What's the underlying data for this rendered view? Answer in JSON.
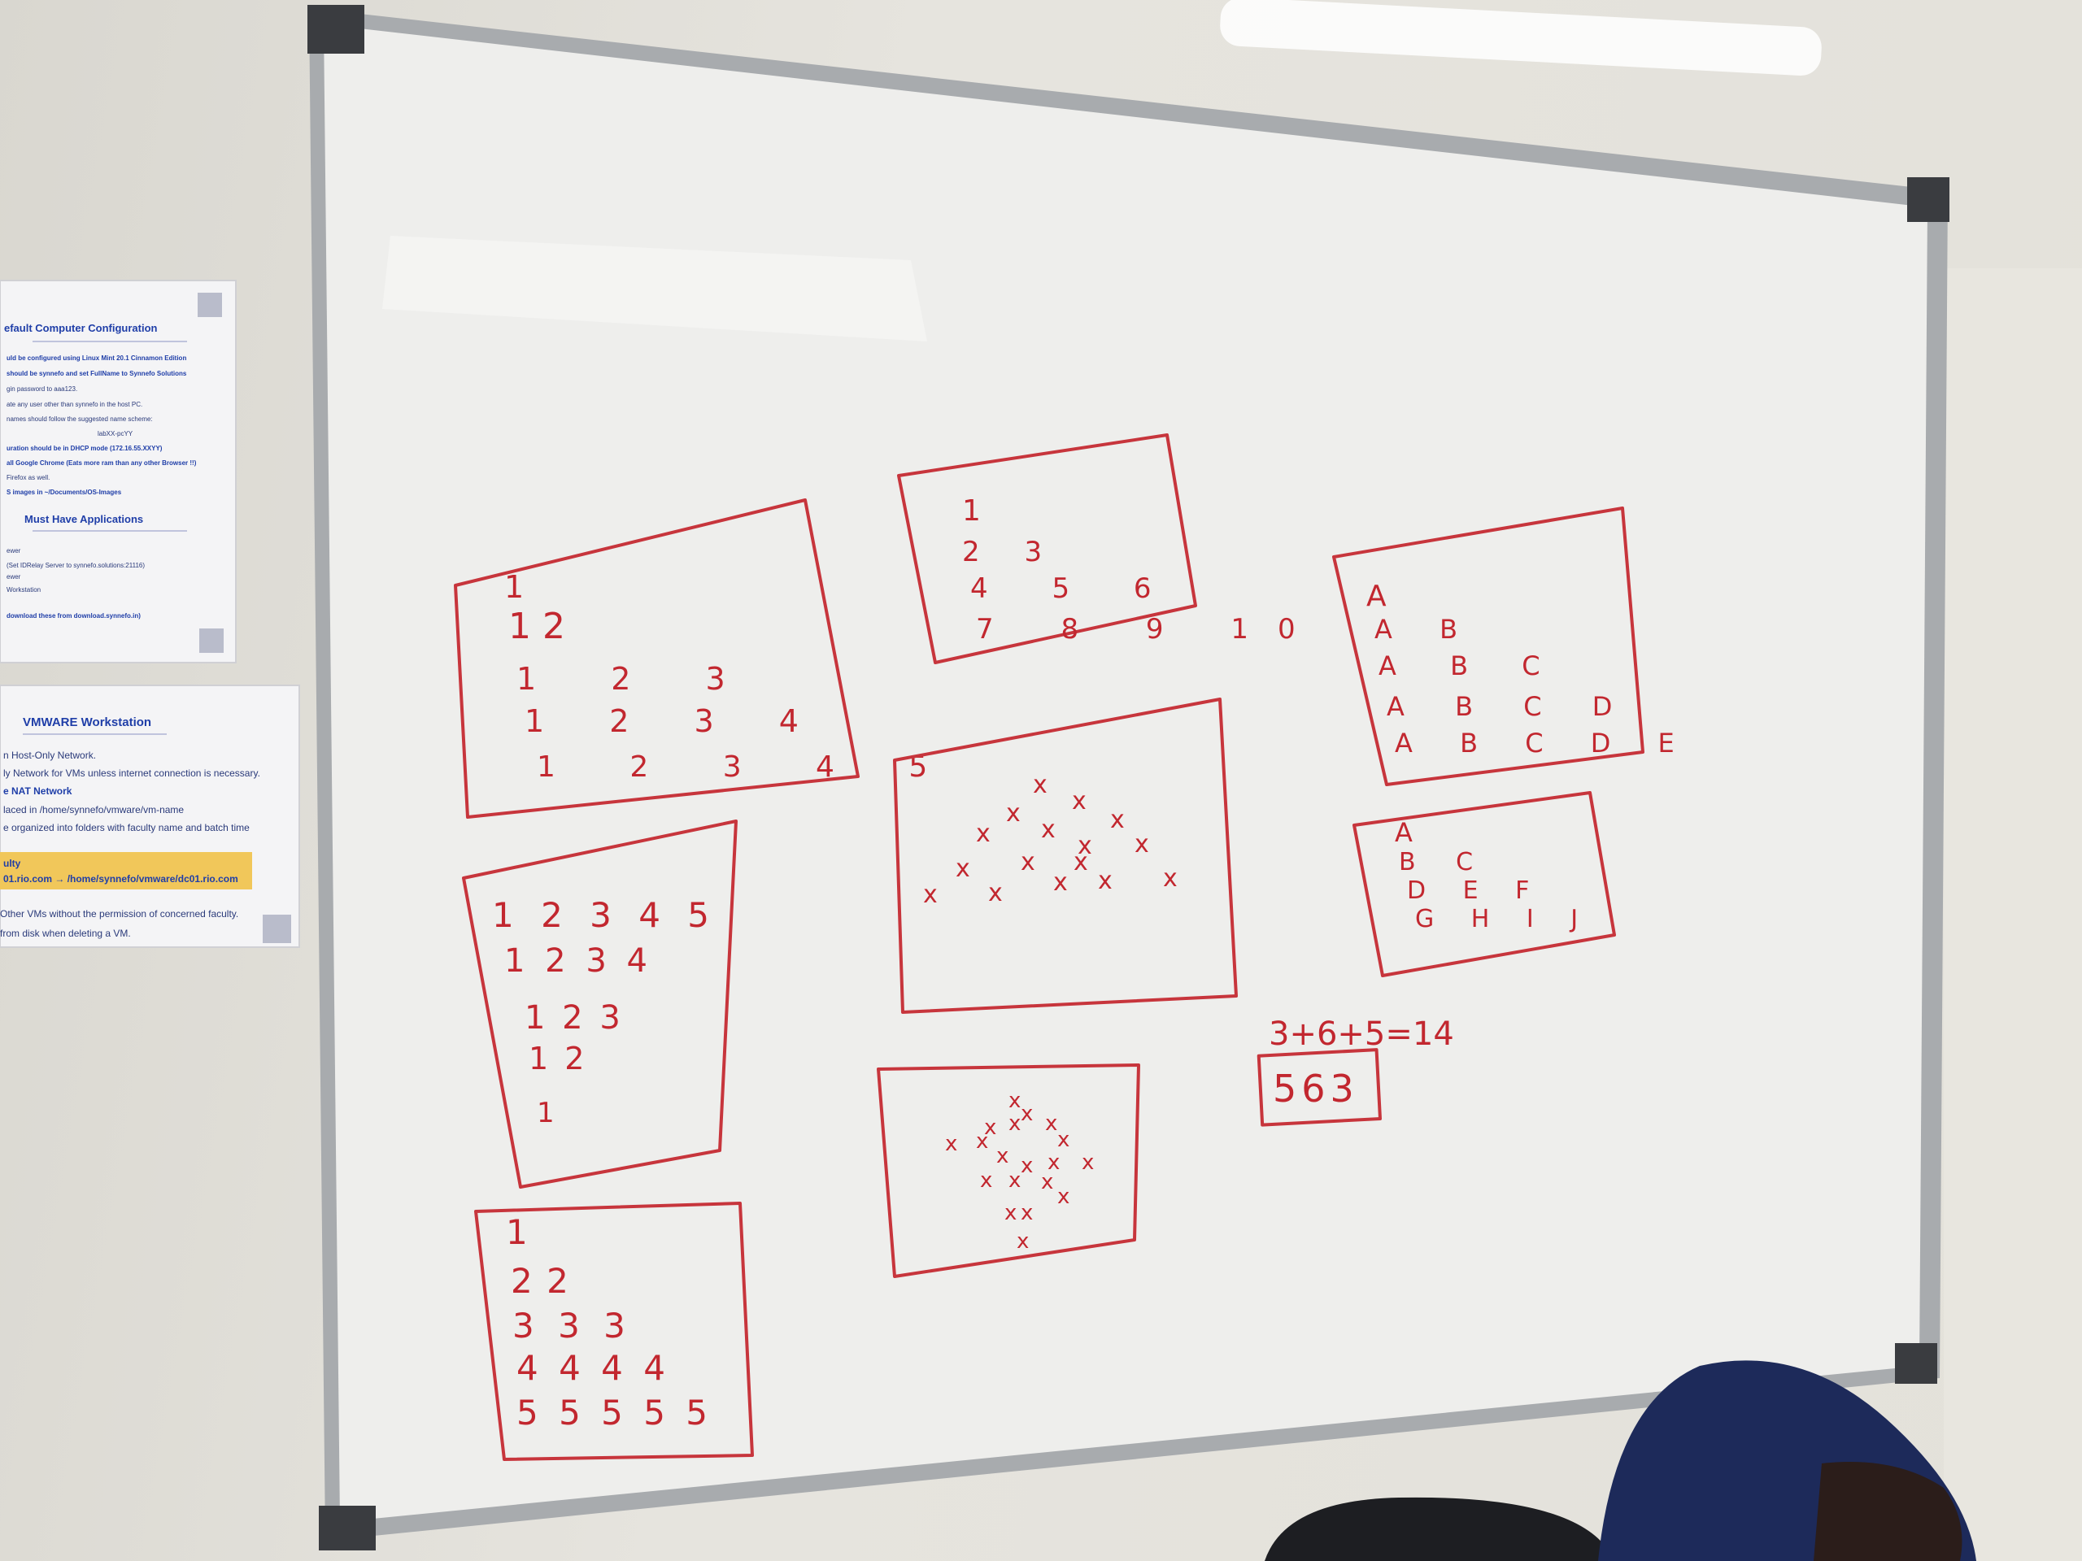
{
  "poster_config": {
    "title": "efault Computer Configuration",
    "lines": [
      "uld be configured using Linux Mint 20.1 Cinnamon Edition",
      "should be synnefo and set FullName to Synnefo Solutions",
      "gin password to aaa123.",
      "ate any user other than synnefo in the host PC.",
      "names should follow the suggested name scheme:",
      "labXX-pcYY",
      "uration should be in DHCP mode (172.16.55.XXYY)",
      "all Google Chrome (Eats more ram than any other Browser !!)",
      "Firefox as well.",
      "S images in ~/Documents/OS-Images"
    ],
    "apps_title": "Must Have Applications",
    "apps_lines": [
      "ewer",
      "(Set IDRelay Server to synnefo.solutions:21116)",
      "ewer",
      "Workstation",
      "download these from download.synnefo.in)"
    ]
  },
  "poster_vmware": {
    "title": "VMWARE Workstation",
    "lines": [
      "n Host-Only Network.",
      "ly Network for VMs unless internet connection is necessary.",
      "e NAT Network",
      "laced in /home/synnefo/vmware/vm-name",
      "e organized into folders with faculty name and batch time"
    ],
    "highlight_label": "ulty",
    "highlight_path": "01.rio.com → /home/synnefo/vmware/dc01.rio.com",
    "footer_lines": [
      "Other VMs without the permission of concerned faculty.",
      "from disk when deleting a VM."
    ]
  },
  "whiteboard": {
    "box_pyramid_rows": [
      "1",
      "1 2",
      "1 2 3",
      "1 2 3 4",
      "1 2 3 4 5"
    ],
    "box_floyd_rows": [
      "1",
      "2 3",
      "4 5 6",
      "7 8 9 10"
    ],
    "box_alpha_rows": [
      "A",
      "A B",
      "A B C",
      "A B C D",
      "A B C D E"
    ],
    "box_countdown_rows": [
      "1 2 3 4 5",
      "1 2 3 4",
      "1 2 3",
      "1 2",
      "1"
    ],
    "box_alpha_seq_rows": [
      "A",
      "B C",
      "D E F",
      "G H I J"
    ],
    "box_repeat_rows": [
      "1",
      "2 2",
      "3 3 3",
      "4 4 4 4",
      "5 5 5 5 5"
    ],
    "x_mark": "x",
    "equation": "3+6+5=14",
    "boxed_number": "563"
  },
  "colors": {
    "marker_red": "#c7353c",
    "board_white": "#f1f1ef",
    "frame_aluminium": "#b8bbbd",
    "jacket_blue": "#1d2a5a"
  }
}
